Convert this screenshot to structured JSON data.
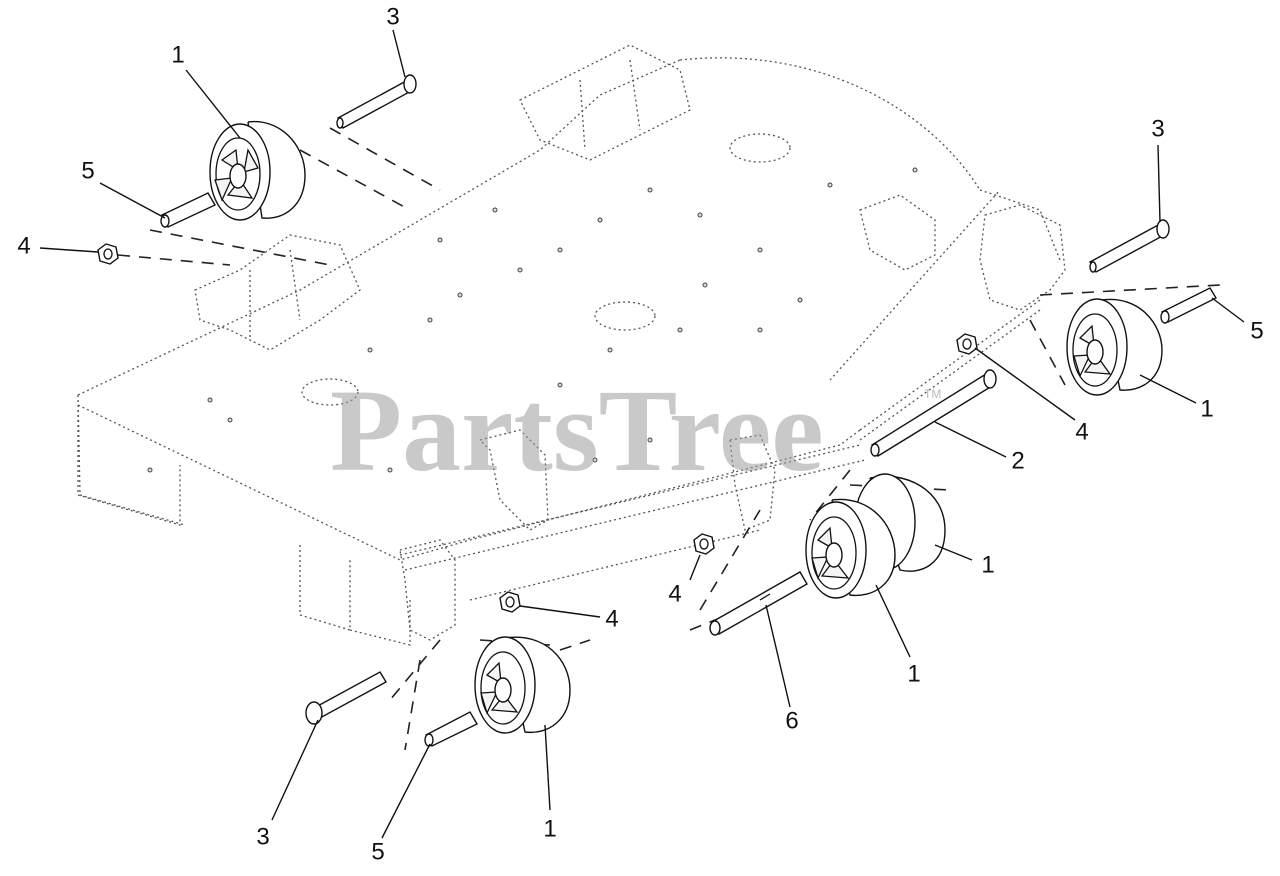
{
  "watermark": {
    "brand": "PartsTree",
    "trademark": "TM"
  },
  "callouts": [
    {
      "id": "wheel-tl",
      "number": "1"
    },
    {
      "id": "bolt-tl",
      "number": "3"
    },
    {
      "id": "spacer-tl",
      "number": "5"
    },
    {
      "id": "nut-tl",
      "number": "4"
    },
    {
      "id": "bolt-tr",
      "number": "3"
    },
    {
      "id": "spacer-tr",
      "number": "5"
    },
    {
      "id": "wheel-tr",
      "number": "1"
    },
    {
      "id": "nut-tr",
      "number": "4"
    },
    {
      "id": "bolt-mid",
      "number": "2"
    },
    {
      "id": "wheel-rear",
      "number": "1"
    },
    {
      "id": "nut-mid",
      "number": "4"
    },
    {
      "id": "wheel-front",
      "number": "1"
    },
    {
      "id": "axle-double",
      "number": "6"
    },
    {
      "id": "nut-bl",
      "number": "4"
    },
    {
      "id": "bolt-bl",
      "number": "3"
    },
    {
      "id": "spacer-bl",
      "number": "5"
    },
    {
      "id": "wheel-bl",
      "number": "1"
    }
  ]
}
